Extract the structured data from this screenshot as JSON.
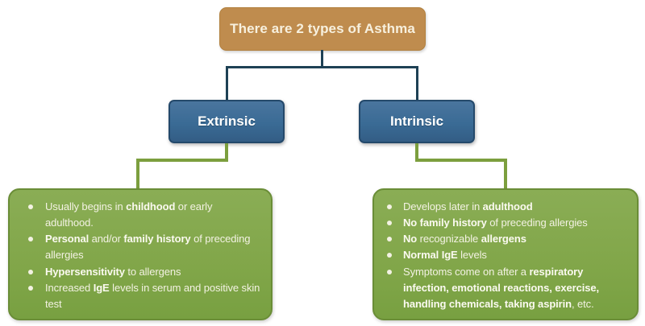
{
  "diagram": {
    "title": "There are 2 types of Asthma"
  },
  "colors": {
    "title_box": "#bf8c4e",
    "title_box_border": "#b2813f",
    "type_box": "#3a6b95",
    "type_box_border": "#24496b",
    "connector_navy": "#1e4155",
    "connector_olive": "#7c9f3e",
    "detail_box": "#81a649",
    "detail_box_border": "#6a8d37",
    "text_cream": "#f7f0de",
    "text_light": "#f3f2e3"
  },
  "branches": [
    {
      "label": "Extrinsic",
      "bullets": [
        [
          {
            "t": "Usually begins in "
          },
          {
            "t": "childhood",
            "b": true
          },
          {
            "t": " or early adulthood."
          }
        ],
        [
          {
            "t": "Personal",
            "b": true
          },
          {
            "t": " and/or "
          },
          {
            "t": "family history",
            "b": true
          },
          {
            "t": " of preceding allergies"
          }
        ],
        [
          {
            "t": "Hypersensitivity",
            "b": true
          },
          {
            "t": " to allergens"
          }
        ],
        [
          {
            "t": "Increased "
          },
          {
            "t": "IgE",
            "b": true
          },
          {
            "t": " levels in serum and positive skin test"
          }
        ]
      ]
    },
    {
      "label": "Intrinsic",
      "bullets": [
        [
          {
            "t": "Develops later in "
          },
          {
            "t": "adulthood",
            "b": true
          }
        ],
        [
          {
            "t": "No family history",
            "b": true
          },
          {
            "t": " of preceding allergies"
          }
        ],
        [
          {
            "t": "No",
            "b": true
          },
          {
            "t": " recognizable "
          },
          {
            "t": "allergens",
            "b": true
          }
        ],
        [
          {
            "t": "Normal IgE",
            "b": true
          },
          {
            "t": " levels"
          }
        ],
        [
          {
            "t": "Symptoms come on after a "
          },
          {
            "t": "respiratory infection, emotional reactions, exercise, handling chemicals, taking aspirin",
            "b": true
          },
          {
            "t": ", etc."
          }
        ]
      ]
    }
  ]
}
